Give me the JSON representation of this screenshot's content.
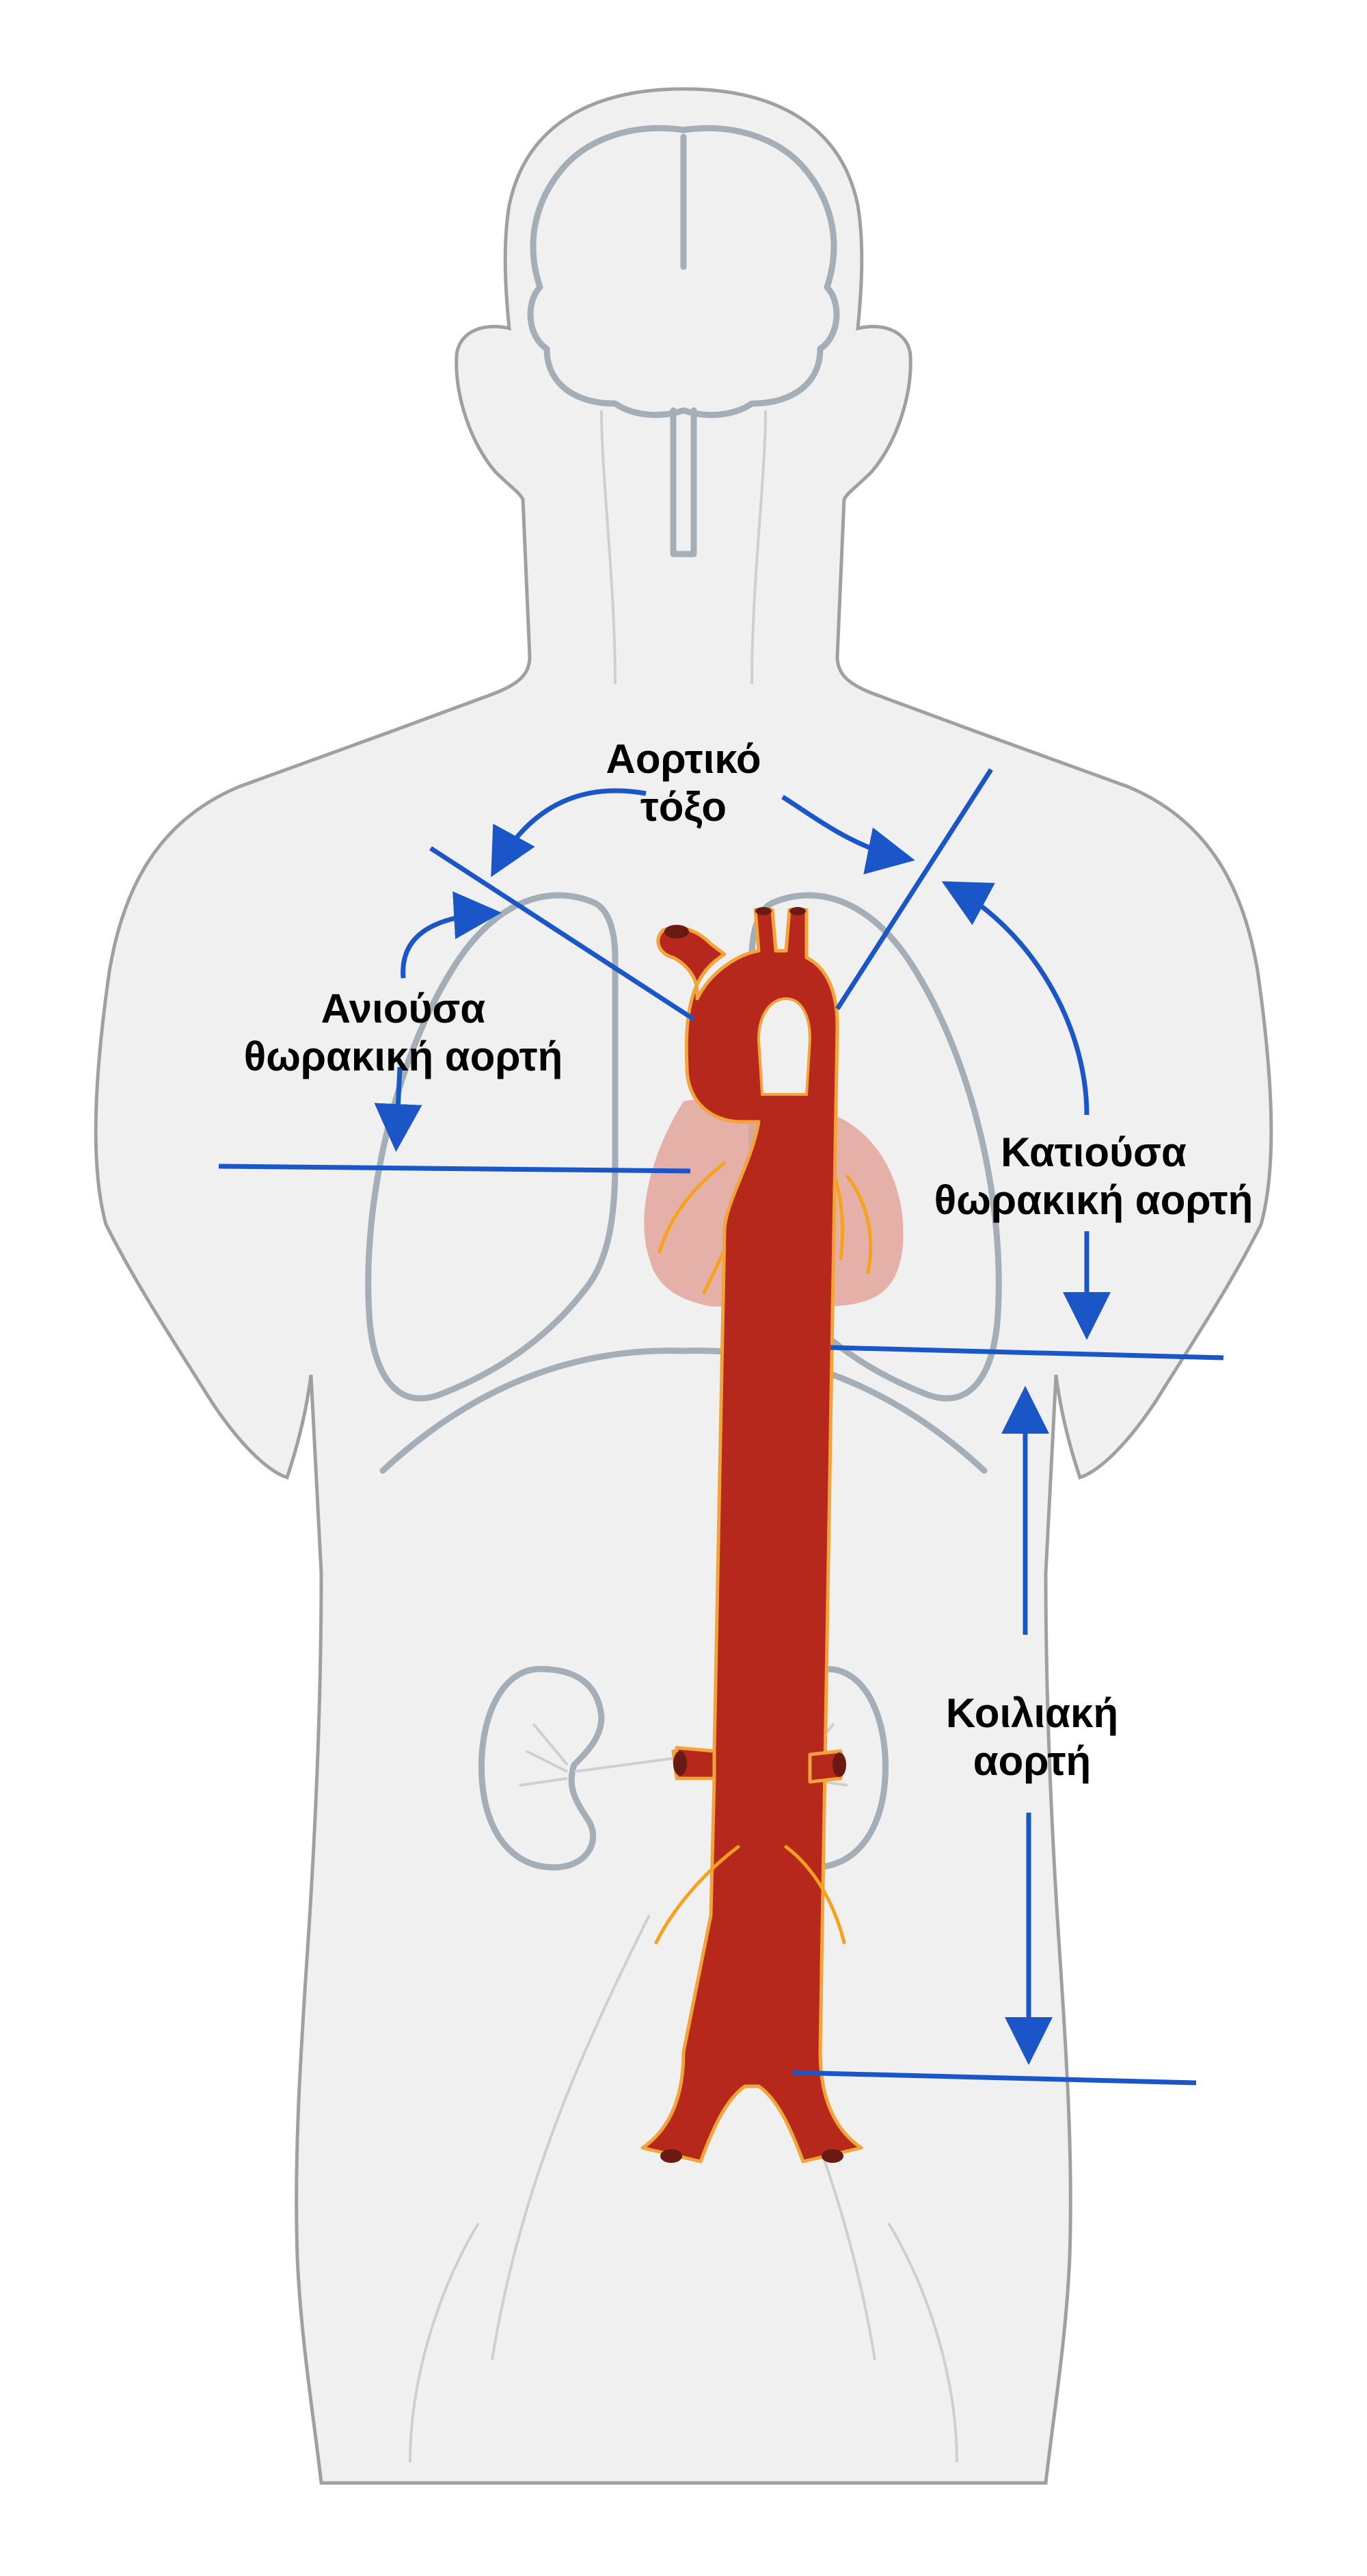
{
  "diagram": {
    "labels": {
      "aortic_arch_line1": "Αορτικό",
      "aortic_arch_line2": "τόξο",
      "ascending_line1": "Ανιούσα",
      "ascending_line2": "θωρακική αορτή",
      "descending_line1": "Κατιούσα",
      "descending_line2": "θωρακική αορτή",
      "abdominal_line1": "Κοιλιακή",
      "abdominal_line2": "αορτή"
    },
    "colors": {
      "aorta": "#b5281b",
      "aorta_outline": "#f2a33a",
      "leader_lines": "#1a56c8",
      "heart": "#e2a59b",
      "body": "#f0f0f0",
      "organs": "#a4aeb6"
    }
  }
}
